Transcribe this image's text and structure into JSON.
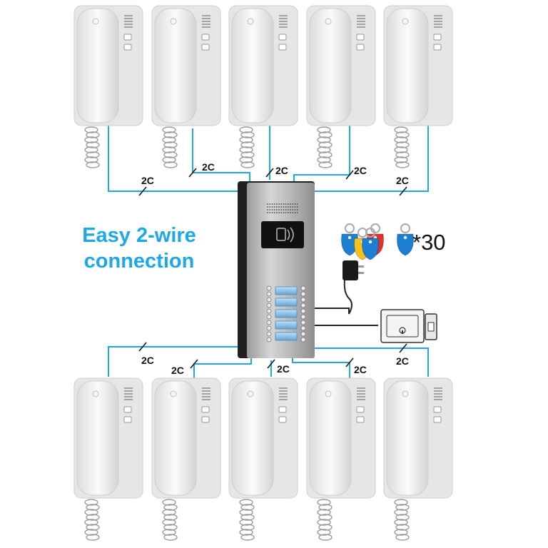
{
  "headline": {
    "line1": "Easy 2-wire",
    "line2": "connection"
  },
  "wire_label": "2C",
  "rfid_tag_count": "*30",
  "colors": {
    "wire": "#1fa8e6",
    "headline": "#1fa8e6",
    "handset": "#f2f2f2",
    "panel": "#b8b8b8",
    "tag_blue": "#1c7fd1",
    "tag_yellow": "#f5c21b",
    "tag_red": "#e0332e"
  },
  "icons": {
    "handset": "intercom-handset-icon",
    "door_panel": "door-station-icon",
    "rfid_tag": "rfid-key-tag-icon",
    "power_adapter": "power-adapter-icon",
    "electric_lock": "electric-lock-icon"
  },
  "door_panel": {
    "call_buttons": 10,
    "name_plates": 5
  },
  "handsets": {
    "top_row": 5,
    "bottom_row": 5
  }
}
